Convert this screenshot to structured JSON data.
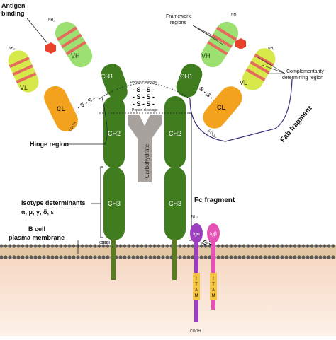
{
  "labels": {
    "antigen_binding": "Antigen binding",
    "framework_regions": "Framework regions",
    "complementarity": "Complementarity determining region",
    "fab_fragment": "Fab fragment",
    "hinge_region": "Hinge region",
    "isotype_determinants": "Isotype determinants",
    "isotype_types": "α, μ, γ, δ, ε",
    "fc_fragment": "Fc fragment",
    "b_cell_membrane_1": "B cell",
    "b_cell_membrane_2": "plasma membrane",
    "papain": "Papain cleavage",
    "pepsin": "Pepsin cleavage",
    "carbohydrate": "Carbohydrate"
  },
  "domains": {
    "vh": "VH",
    "vl": "VL",
    "cl": "CL",
    "ch1": "CH1",
    "ch2": "CH2",
    "ch3": "CH3"
  },
  "chem": {
    "nh2": "NH₂",
    "cooh": "COOH",
    "ss": "- S - S -",
    "ss_short": "S - S",
    "ss_dash": "-S-S-",
    "s": "S"
  },
  "receptor": {
    "ig_alpha": "Igα",
    "ig_beta": "Igβ",
    "itam": "ITAM"
  },
  "colors": {
    "heavy_chain": "#3f7d1e",
    "vh": "#9be070",
    "vl": "#d6e84a",
    "cl": "#f3a21d",
    "cdr_band": "#e56b5d",
    "antigen": "#e8432a",
    "carbohydrate": "#a8a29e",
    "membrane": "#e2c7a4",
    "cytoplasm": "#f9e3d3",
    "ig_alpha": "#9b3fbf",
    "ig_beta": "#e552b5",
    "itam": "#f5c542",
    "fab_bracket": "#3b2f7a"
  }
}
